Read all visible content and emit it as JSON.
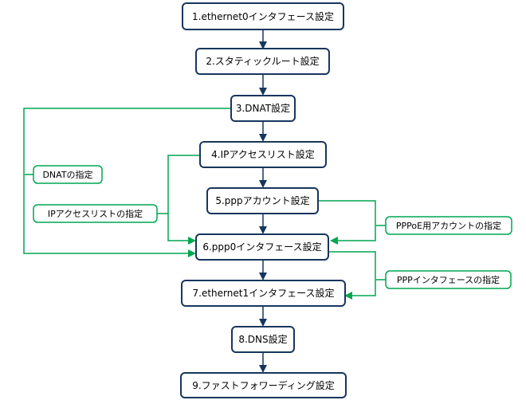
{
  "steps": [
    {
      "label": "1.ethernet0インタフェース設定"
    },
    {
      "label": "2.スタティックルート設定"
    },
    {
      "label": "3.DNAT設定"
    },
    {
      "label": "4.IPアクセスリスト設定"
    },
    {
      "label": "5.pppアカウント設定"
    },
    {
      "label": "6.ppp0インタフェース設定"
    },
    {
      "label": "7.ethernet1インタフェース設定"
    },
    {
      "label": "8.DNS設定"
    },
    {
      "label": "9.ファストフォワーディング設定"
    }
  ],
  "notes": {
    "dnat": "DNATの指定",
    "ip_acl": "IPアクセスリストの指定",
    "pppoe_account": "PPPoE用アカウントの指定",
    "ppp_interface": "PPPインタフェースの指定"
  },
  "colors": {
    "box_border": "#17365d",
    "note_border": "#00a651",
    "flow_arrow": "#17365d",
    "reference_arrow": "#00a651"
  }
}
